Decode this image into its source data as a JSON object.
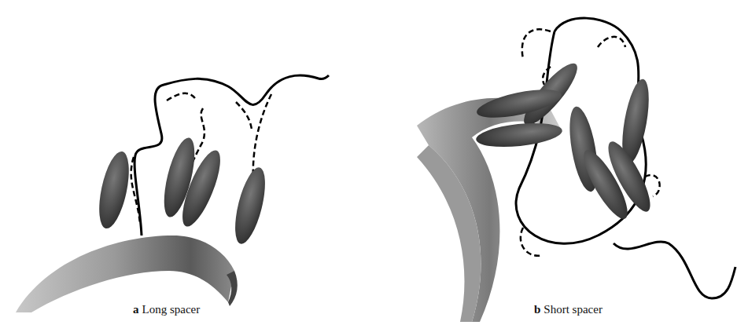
{
  "diagram": {
    "labels": [
      "a",
      "Long spacer",
      "b",
      "Short spacer"
    ]
  }
}
